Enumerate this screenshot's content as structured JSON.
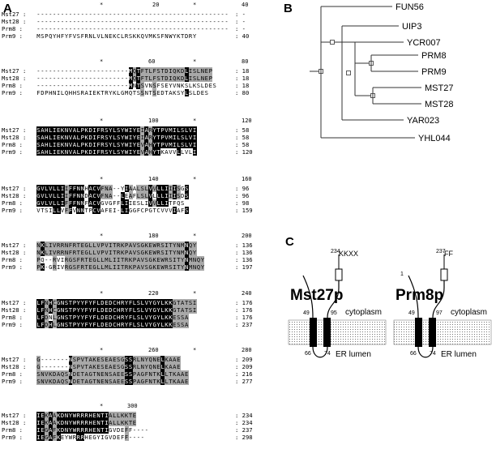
{
  "panels": {
    "A": "A",
    "B": "B",
    "C": "C"
  },
  "alignment": {
    "blocks": [
      {
        "ruler": [
          "*",
          "20",
          "*",
          "40"
        ],
        "rows": [
          {
            "name": "Mst27",
            "seq": "------------------------------------------------",
            "end": "-"
          },
          {
            "name": "Mst28",
            "seq": "------------------------------------------------",
            "end": "-"
          },
          {
            "name": "Prm8",
            "seq": "------------------------------------------------",
            "end": "-"
          },
          {
            "name": "Prm9",
            "seq": "MSPQYHFYFVSFRNLVLNEKCLRSKKQVMKSFNWYKTDRY",
            "end": "40"
          }
        ]
      },
      {
        "ruler": [
          "*",
          "60",
          "*",
          "80"
        ],
        "rows": [
          {
            "name": "Mst27",
            "seq": "-----------------------MQTFTLFSTDIQKDLISLNEP",
            "end": "18"
          },
          {
            "name": "Mst28",
            "seq": "-----------------------MQTFTLFSTDIQKDLISLNEP",
            "end": "18"
          },
          {
            "name": "Prm8",
            "seq": "-----------------------MNTSVNSFSEYVNKSLKSLDES",
            "end": "18"
          },
          {
            "name": "Prm9",
            "seq": "FDPHNILQHHSRAIEKTRYKLGMQTSSNTSEDTAKSYLSLDES",
            "end": "80"
          }
        ]
      },
      {
        "ruler": [
          "*",
          "100",
          "*",
          "120"
        ],
        "rows": [
          {
            "name": "Mst27",
            "seq": "SAHLIEKNVALPKDIFRSYLSYWIYEIARYTPVMILSLVI",
            "end": "58"
          },
          {
            "name": "Mst28",
            "seq": "SAHLIEKNVALPKDIFRSYLSYWIYEIARYTPVMILSLVI",
            "end": "58"
          },
          {
            "name": "Prm8",
            "seq": "SAHLIEKNVALPKDIFRSYLSYWIYEVAHYTPVMILSLVI",
            "end": "58"
          },
          {
            "name": "Prm9",
            "seq": "SAHLIEKNVALPKDIFRSYLSYWIYEVAHYTKAVVLLVLI",
            "end": "120"
          }
        ]
      },
      {
        "ruler": [
          "*",
          "140",
          "*",
          "160"
        ],
        "rows": [
          {
            "name": "Mst27",
            "seq": "GVLVLLIIFFNNHACVFNA--YIAALSLVVLLIIISGS",
            "end": "96"
          },
          {
            "name": "Mst28",
            "seq": "GVLVLLIIFFNNDACVFNA--LEAFLSLVLLLIIISDS",
            "end": "96"
          },
          {
            "name": "Prm8",
            "seq": "GVLVLLIFFFNNFACVGVGFFLIIESLIVVLLITFQS",
            "end": "98"
          },
          {
            "name": "Prm9",
            "seq": "VTSILLVFFVNNTPCVAFEI-LIGGFCPGTCVVVIAFS",
            "end": "159"
          }
        ]
      },
      {
        "ruler": [
          "*",
          "180",
          "*",
          "200"
        ],
        "rows": [
          {
            "name": "Mst27",
            "seq": "NKLIVRRNFRTEGLLVPVITRKPAVSGKEWRSITYNMNQY",
            "end": "136"
          },
          {
            "name": "Mst28",
            "seq": "NKLIVRRNFRTEGLLVPVITRKPAVSGKEWRSITYNMNQY",
            "end": "136"
          },
          {
            "name": "Prm8",
            "seq": "PQ--RVIRGSFRTEGLLMLIITRKPAVSGKEWRSITYNMNQY",
            "end": "136"
          },
          {
            "name": "Prm9",
            "seq": "PK-GRIVRGSFRTEGLLMLIITRKPAVSGKEWRSITYNMNQY",
            "end": "197"
          }
        ]
      },
      {
        "ruler": [
          "*",
          "220",
          "*",
          "240"
        ],
        "rows": [
          {
            "name": "Mst27",
            "seq": "LFNHCGNSTPYYFYFLDEDCHRYFLSLVYGYLKKGTATSI",
            "end": "176"
          },
          {
            "name": "Mst28",
            "seq": "LFNHCGNSTPYYFYFLDEDCHRYFLSLVYGYLKKGTATSI",
            "end": "176"
          },
          {
            "name": "Prm8",
            "seq": "LFDNLGNSTPYYFYFLDEDCHRYFLSLVYGYLKKESSA",
            "end": "176"
          },
          {
            "name": "Prm9",
            "seq": "LFDHLGNSTPYYFYFLDEDCHRYFLSLVYGYLKKESSA",
            "end": "237"
          }
        ]
      },
      {
        "ruler": [
          "*",
          "260",
          "*",
          "280"
        ],
        "rows": [
          {
            "name": "Mst27",
            "seq": "G-------NSPVTAKESEAESGSSRLNYQNELKAAE",
            "end": "209"
          },
          {
            "name": "Mst28",
            "seq": "G-------NSPVTAKESEAESGSSRLNYQNELKAAE",
            "end": "209"
          },
          {
            "name": "Prm8",
            "seq": "SNVKDAQSNDETAGTNENSAEESSPAGFNTKLLTKAAE",
            "end": "216"
          },
          {
            "name": "Prm9",
            "seq": "SNVKDAQSNDETAGTNENSAEESSPAGFNTKLLTKAAE",
            "end": "277"
          }
        ]
      },
      {
        "ruler": [
          "*",
          "300"
        ],
        "rows": [
          {
            "name": "Mst27",
            "seq": "IEKAAKDNYWRRRHENTIALLKKTE",
            "end": "234"
          },
          {
            "name": "Mst28",
            "seq": "IEKAAKDNYWRRRHENTIALLKKTE",
            "end": "234"
          },
          {
            "name": "Prm8",
            "seq": "IEGAFKDNYWRRRHENTIGVDEFF----",
            "end": "237"
          },
          {
            "name": "Prm9",
            "seq": "IEGAFKEYWRRRHEGYIGVDEFF----",
            "end": "298"
          }
        ]
      }
    ]
  },
  "tree": {
    "leaves": [
      "FUN56",
      "UIP3",
      "YCR007",
      "PRM8",
      "PRM9",
      "MST27",
      "MST28",
      "YAR023",
      "YHL044"
    ]
  },
  "topology": {
    "left": {
      "title": "Mst27p",
      "cterm_num": "234",
      "cterm_label": "KKXX",
      "nterm": "",
      "tm": [
        "49",
        "95",
        "66",
        "74"
      ],
      "cytoplasm": "cytoplasm",
      "lumen": "ER lumen"
    },
    "right": {
      "title": "Prm8p",
      "cterm_num": "237",
      "cterm_label": "FF",
      "nterm": "1",
      "tm": [
        "49",
        "97",
        "66",
        "74"
      ],
      "cytoplasm": "cytoplasm",
      "lumen": "ER lumen"
    }
  }
}
